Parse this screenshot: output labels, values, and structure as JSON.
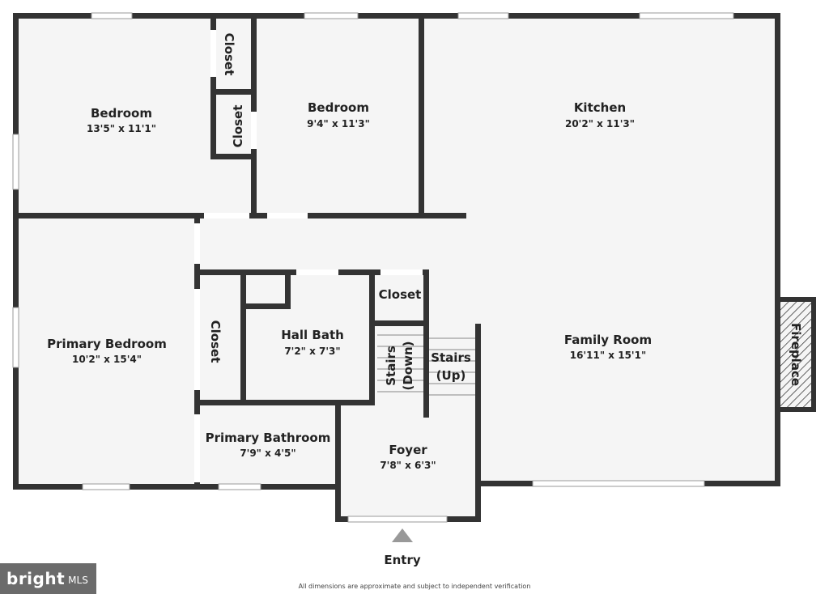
{
  "rooms": {
    "bedroom_1": {
      "name": "Bedroom",
      "dims": "13'5\" x 11'1\""
    },
    "bedroom_2": {
      "name": "Bedroom",
      "dims": "9'4\" x 11'3\""
    },
    "kitchen": {
      "name": "Kitchen",
      "dims": "20'2\" x 11'3\""
    },
    "primary_bedroom": {
      "name": "Primary Bedroom",
      "dims": "10'2\" x 15'4\""
    },
    "hall_bath": {
      "name": "Hall Bath",
      "dims": "7'2\" x 7'3\""
    },
    "family_room": {
      "name": "Family Room",
      "dims": "16'11\" x 15'1\""
    },
    "primary_bathroom": {
      "name": "Primary Bathroom",
      "dims": "7'9\" x 4'5\""
    },
    "foyer": {
      "name": "Foyer",
      "dims": "7'8\" x 6'3\""
    }
  },
  "closets": {
    "closet_1": "Closet",
    "closet_2": "Closet",
    "closet_3": "Closet",
    "closet_4": "Closet"
  },
  "stairs": {
    "down_line1": "Stairs",
    "down_line2": "(Down)",
    "up_line1": "Stairs",
    "up_line2": "(Up)"
  },
  "fireplace": "Fireplace",
  "entry": "Entry",
  "logo": {
    "brand": "bright",
    "suffix": "MLS"
  },
  "disclaimer": "All dimensions are approximate and subject to independent verification",
  "colors": {
    "wall": "#333333",
    "floor": "#f5f5f5",
    "logo_bg": "#6b6b6b"
  }
}
